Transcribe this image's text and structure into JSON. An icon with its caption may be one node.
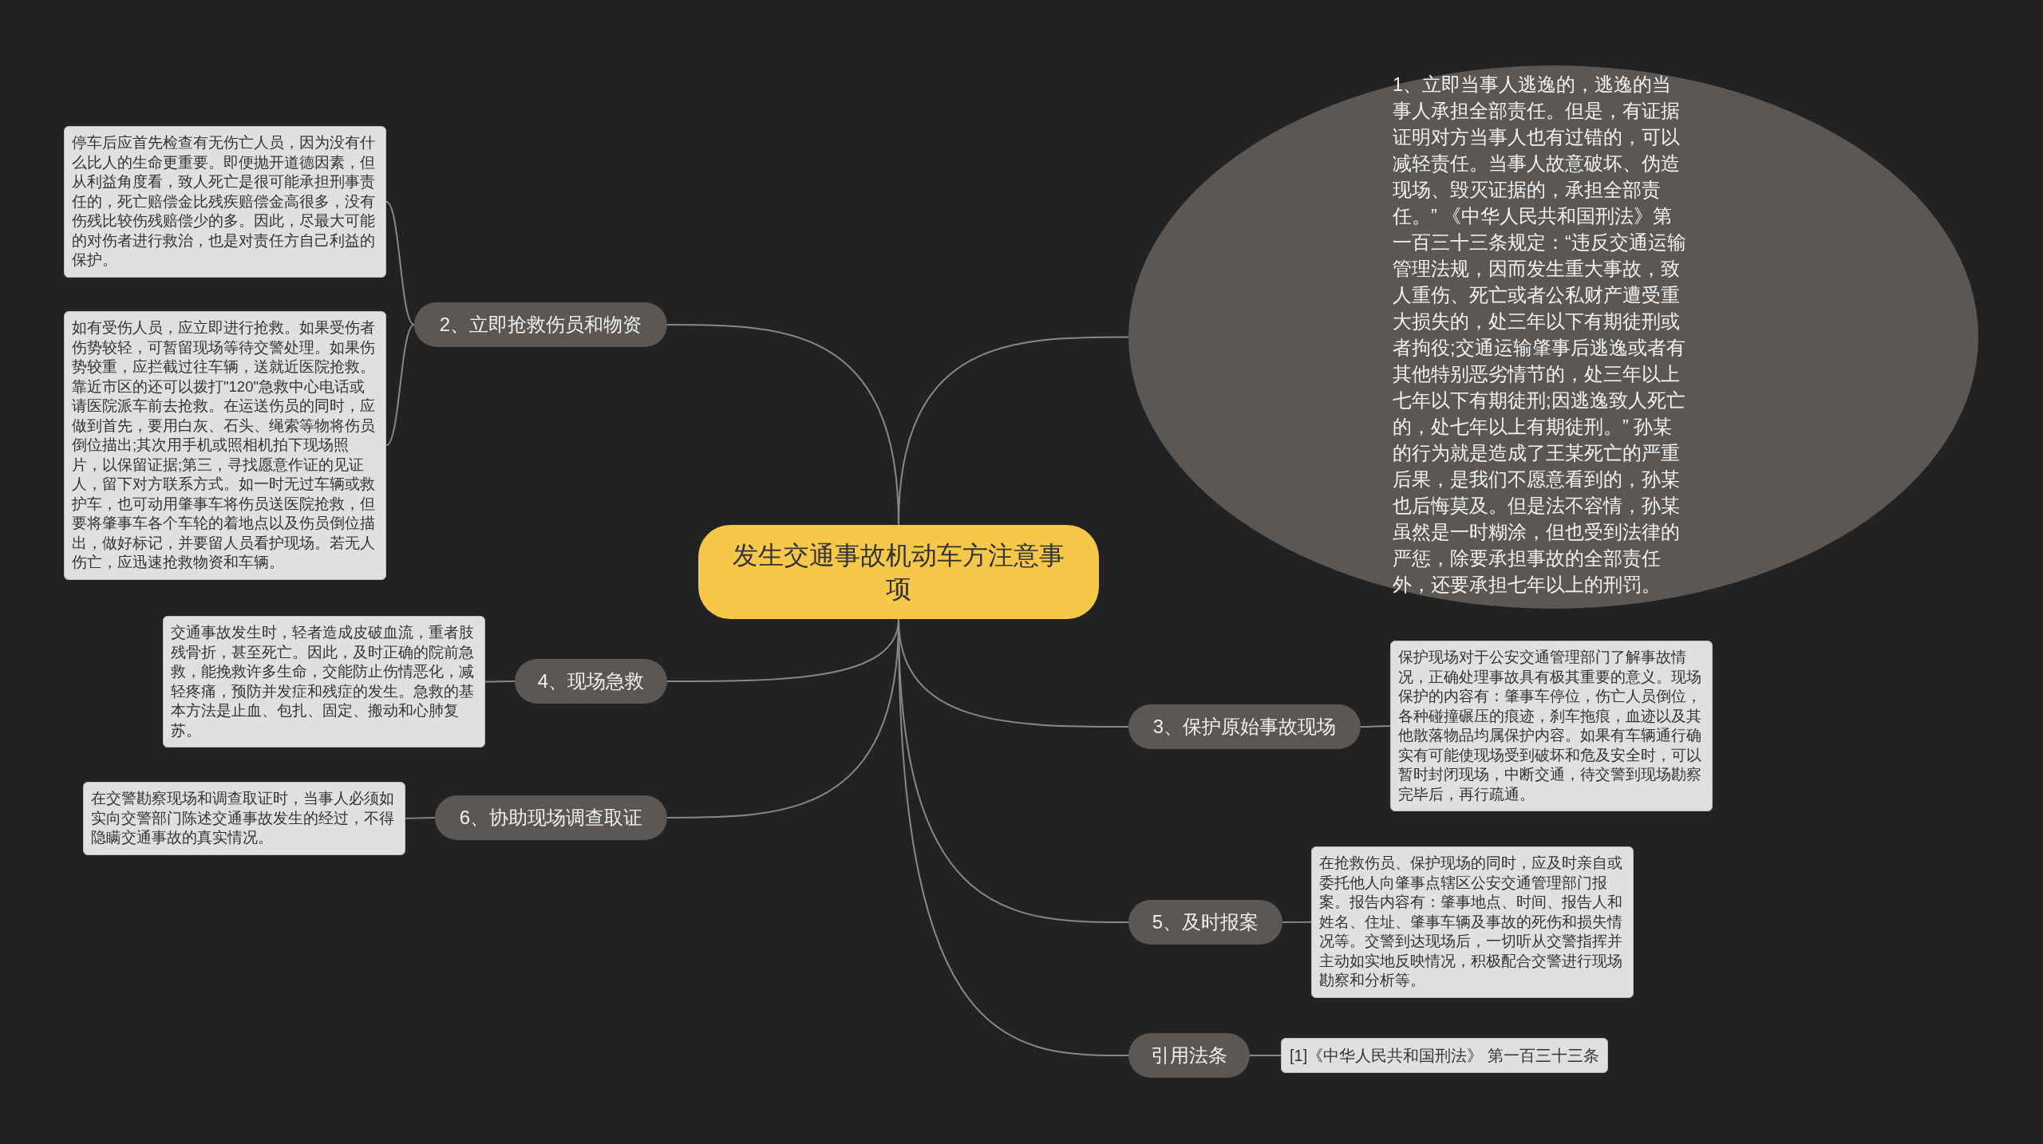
{
  "diagram": {
    "nodes": [
      {
        "text": [
          "发生交通事故机动车方注意事项"
        ]
      },
      {
        "text": [
          "1、立即当事人逃逸的，逃逸的当事人承担全部责任。但是，有证据证明对方当事人也有过错的，可以减轻责任。当事人故意破坏、伪造现场、毁灭证据的，承担全部责任。” 《中华人民共和国刑法》第一百三十三条规定：“违反交通运输管理法规，因而发生重大事故，致人重伤、死亡或者公私财产遭受重大损失的，处三年以下有期徒刑或者拘役;交通运输肇事后逃逸或者有其他特别恶劣情节的，处三年以上七年以下有期徒刑;因逃逸致人死亡的，处七年以上有期徒刑。” 孙某的行为就是造成了王某死亡的严重后果，是我们不愿意看到的，孙某也后悔莫及。但是法不容情，孙某虽然是一时糊涂，但也受到法律的严惩，除要承担事故的全部责任外，还要承担七年以上的刑罚。"
        ]
      },
      {
        "text": [
          "2、立即抢救伤员和物资"
        ]
      },
      {
        "text": [
          "停车后应首先检查有无伤亡人员，因为没有什么比人的生命更重要。即便抛开道德因素，但从利益角度看，致人死亡是很可能承担刑事责任的，死亡赔偿金比残疾赔偿金高很多，没有伤残比较伤残赔偿少的多。因此，尽最大可能的对伤者进行救治，也是对责任方自己利益的保护。"
        ]
      },
      {
        "text": [
          "如有受伤人员，应立即进行抢救。如果受伤者伤势较轻，可暂留现场等待交警处理。如果伤势较重，应拦截过往车辆，送就近医院抢救。靠近市区的还可以拨打\"120\"急救中心电话或请医院派车前去抢救。在运送伤员的同时，应做到首先，要用白灰、石头、绳索等物将伤员倒位描出;其次用手机或照相机拍下现场照片，以保留证据;第三，寻找愿意作证的见证人，留下对方联系方式。如一时无过车辆或救护车，也可动用肇事车将伤员送医院抢救，但要将肇事车各个车轮的着地点以及伤员倒位描出，做好标记，并要留人员看护现场。若无人伤亡，应迅速抢救物资和车辆。"
        ]
      },
      {
        "text": [
          "3、保护原始事故现场"
        ]
      },
      {
        "text": [
          "保护现场对于公安交通管理部门了解事故情况，正确处理事故具有极其重要的意义。现场保护的内容有：肇事车停位，伤亡人员倒位，各种碰撞碾压的痕迹，刹车拖痕，血迹以及其他散落物品均属保护内容。如果有车辆通行确实有可能使现场受到破坏和危及安全时，可以暂时封闭现场，中断交通，待交警到现场勘察完毕后，再行疏通。"
        ]
      },
      {
        "text": [
          "4、现场急救"
        ]
      },
      {
        "text": [
          "交通事故发生时，轻者造成皮破血流，重者肢残骨折，甚至死亡。因此，及时正确的院前急救，能挽救许多生命，交能防止伤情恶化，减轻疼痛，预防并发症和残症的发生。急救的基本方法是止血、包扎、固定、搬动和心肺复苏。"
        ]
      },
      {
        "text": [
          "5、及时报案"
        ]
      },
      {
        "text": [
          "在抢救伤员、保护现场的同时，应及时亲自或委托他人向肇事点辖区公安交通管理部门报案。报告内容有：肇事地点、时间、报告人和姓名、住址、肇事车辆及事故的死伤和损失情况等。交警到达现场后，一切听从交警指挥并主动如实地反映情况，积极配合交警进行现场勘察和分析等。"
        ]
      },
      {
        "text": [
          "6、协助现场调查取证"
        ]
      },
      {
        "text": [
          "在交警勘察现场和调查取证时，当事人必须如实向交警部门陈述交通事故发生的经过，不得隐瞒交通事故的真实情况。"
        ]
      },
      {
        "text": [
          "引用法条"
        ]
      },
      {
        "text": [
          "[1]《中华人民共和国刑法》 第一百三十三条"
        ]
      }
    ],
    "edges": [
      {
        "from": 0,
        "to": 1,
        "arrow": "none"
      },
      {
        "from": 0,
        "to": 2,
        "arrow": "none"
      },
      {
        "from": 2,
        "to": 3,
        "arrow": "none"
      },
      {
        "from": 2,
        "to": 4,
        "arrow": "none"
      },
      {
        "from": 0,
        "to": 5,
        "arrow": "none"
      },
      {
        "from": 5,
        "to": 6,
        "arrow": "none"
      },
      {
        "from": 0,
        "to": 7,
        "arrow": "none"
      },
      {
        "from": 7,
        "to": 8,
        "arrow": "none"
      },
      {
        "from": 0,
        "to": 9,
        "arrow": "none"
      },
      {
        "from": 9,
        "to": 10,
        "arrow": "none"
      },
      {
        "from": 0,
        "to": 11,
        "arrow": "none"
      },
      {
        "from": 11,
        "to": 12,
        "arrow": "none"
      },
      {
        "from": 0,
        "to": 13,
        "arrow": "none"
      },
      {
        "from": 13,
        "to": 14,
        "arrow": "none"
      }
    ]
  }
}
